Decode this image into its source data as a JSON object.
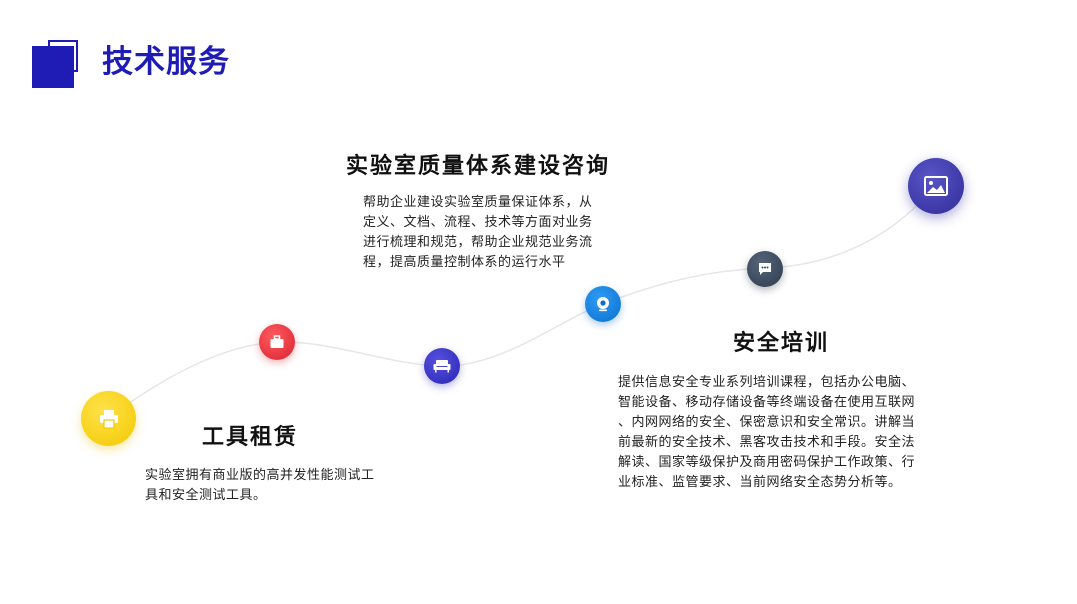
{
  "header": {
    "title": "技术服务"
  },
  "services": [
    {
      "title": "实验室质量体系建设咨询",
      "lines": [
        "帮助企业建设实验室质量保证体系，从",
        "定义、文档、流程、技术等方面对业务",
        "进行梳理和规范，帮助企业规范业务流",
        "程，提高质量控制体系的运行水平"
      ]
    },
    {
      "title": "安全培训",
      "lines": [
        "提供信息安全专业系列培训课程，包括办公电脑、",
        "智能设备、移动存储设备等终端设备在使用互联网",
        "、内网网络的安全、保密意识和安全常识。讲解当",
        "前最新的安全技术、黑客攻击技术和手段。安全法",
        "解读、国家等级保护及商用密码保护工作政策、行",
        "业标准、监管要求、当前网络安全态势分析等。"
      ]
    },
    {
      "title": "工具租赁",
      "lines": [
        "实验室拥有商业版的高并发性能测试工",
        "具和安全测试工具。"
      ]
    }
  ],
  "nodes": [
    {
      "icon": "printer-icon",
      "color": "#f5d21a"
    },
    {
      "icon": "briefcase-icon",
      "color": "#e8353f"
    },
    {
      "icon": "sofa-icon",
      "color": "#3530c4"
    },
    {
      "icon": "webcam-icon",
      "color": "#1383e0"
    },
    {
      "icon": "chat-icon",
      "color": "#3c4a5c"
    },
    {
      "icon": "image-icon",
      "color": "#3a36a8"
    }
  ],
  "colors": {
    "accent": "#1f1cb5"
  }
}
